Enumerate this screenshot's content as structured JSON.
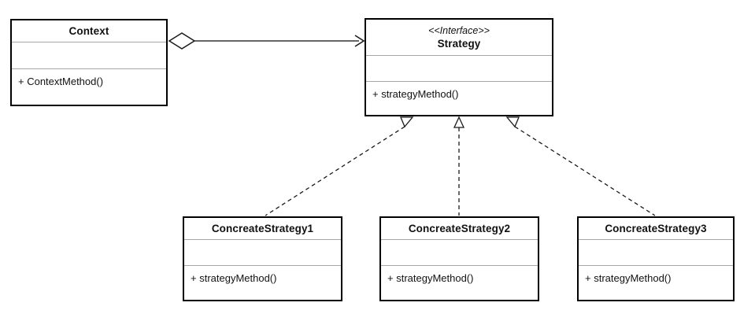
{
  "classes": {
    "context": {
      "name": "Context",
      "method": "+ ContextMethod()"
    },
    "strategy": {
      "stereotype": "<<Interface>>",
      "name": "Strategy",
      "method": "+ strategyMethod()"
    },
    "concrete": [
      {
        "name": "ConcreateStrategy1",
        "method": "+ strategyMethod()"
      },
      {
        "name": "ConcreateStrategy2",
        "method": "+ strategyMethod()"
      },
      {
        "name": "ConcreateStrategy3",
        "method": "+ strategyMethod()"
      }
    ]
  },
  "relationships": [
    {
      "type": "aggregation",
      "from": "Context",
      "to": "Strategy",
      "line": "solid",
      "head": "open-arrow",
      "tail": "hollow-diamond"
    },
    {
      "type": "realization",
      "from": "ConcreateStrategy1",
      "to": "Strategy",
      "line": "dashed",
      "head": "hollow-triangle"
    },
    {
      "type": "realization",
      "from": "ConcreateStrategy2",
      "to": "Strategy",
      "line": "dashed",
      "head": "hollow-triangle"
    },
    {
      "type": "realization",
      "from": "ConcreateStrategy3",
      "to": "Strategy",
      "line": "dashed",
      "head": "hollow-triangle"
    }
  ],
  "colors": {
    "background": "#ffffff",
    "box_fill": "#ffffff",
    "box_border": "#000000",
    "section_separator": "#a6a6a6",
    "connector": "#333333",
    "text": "#111111"
  }
}
